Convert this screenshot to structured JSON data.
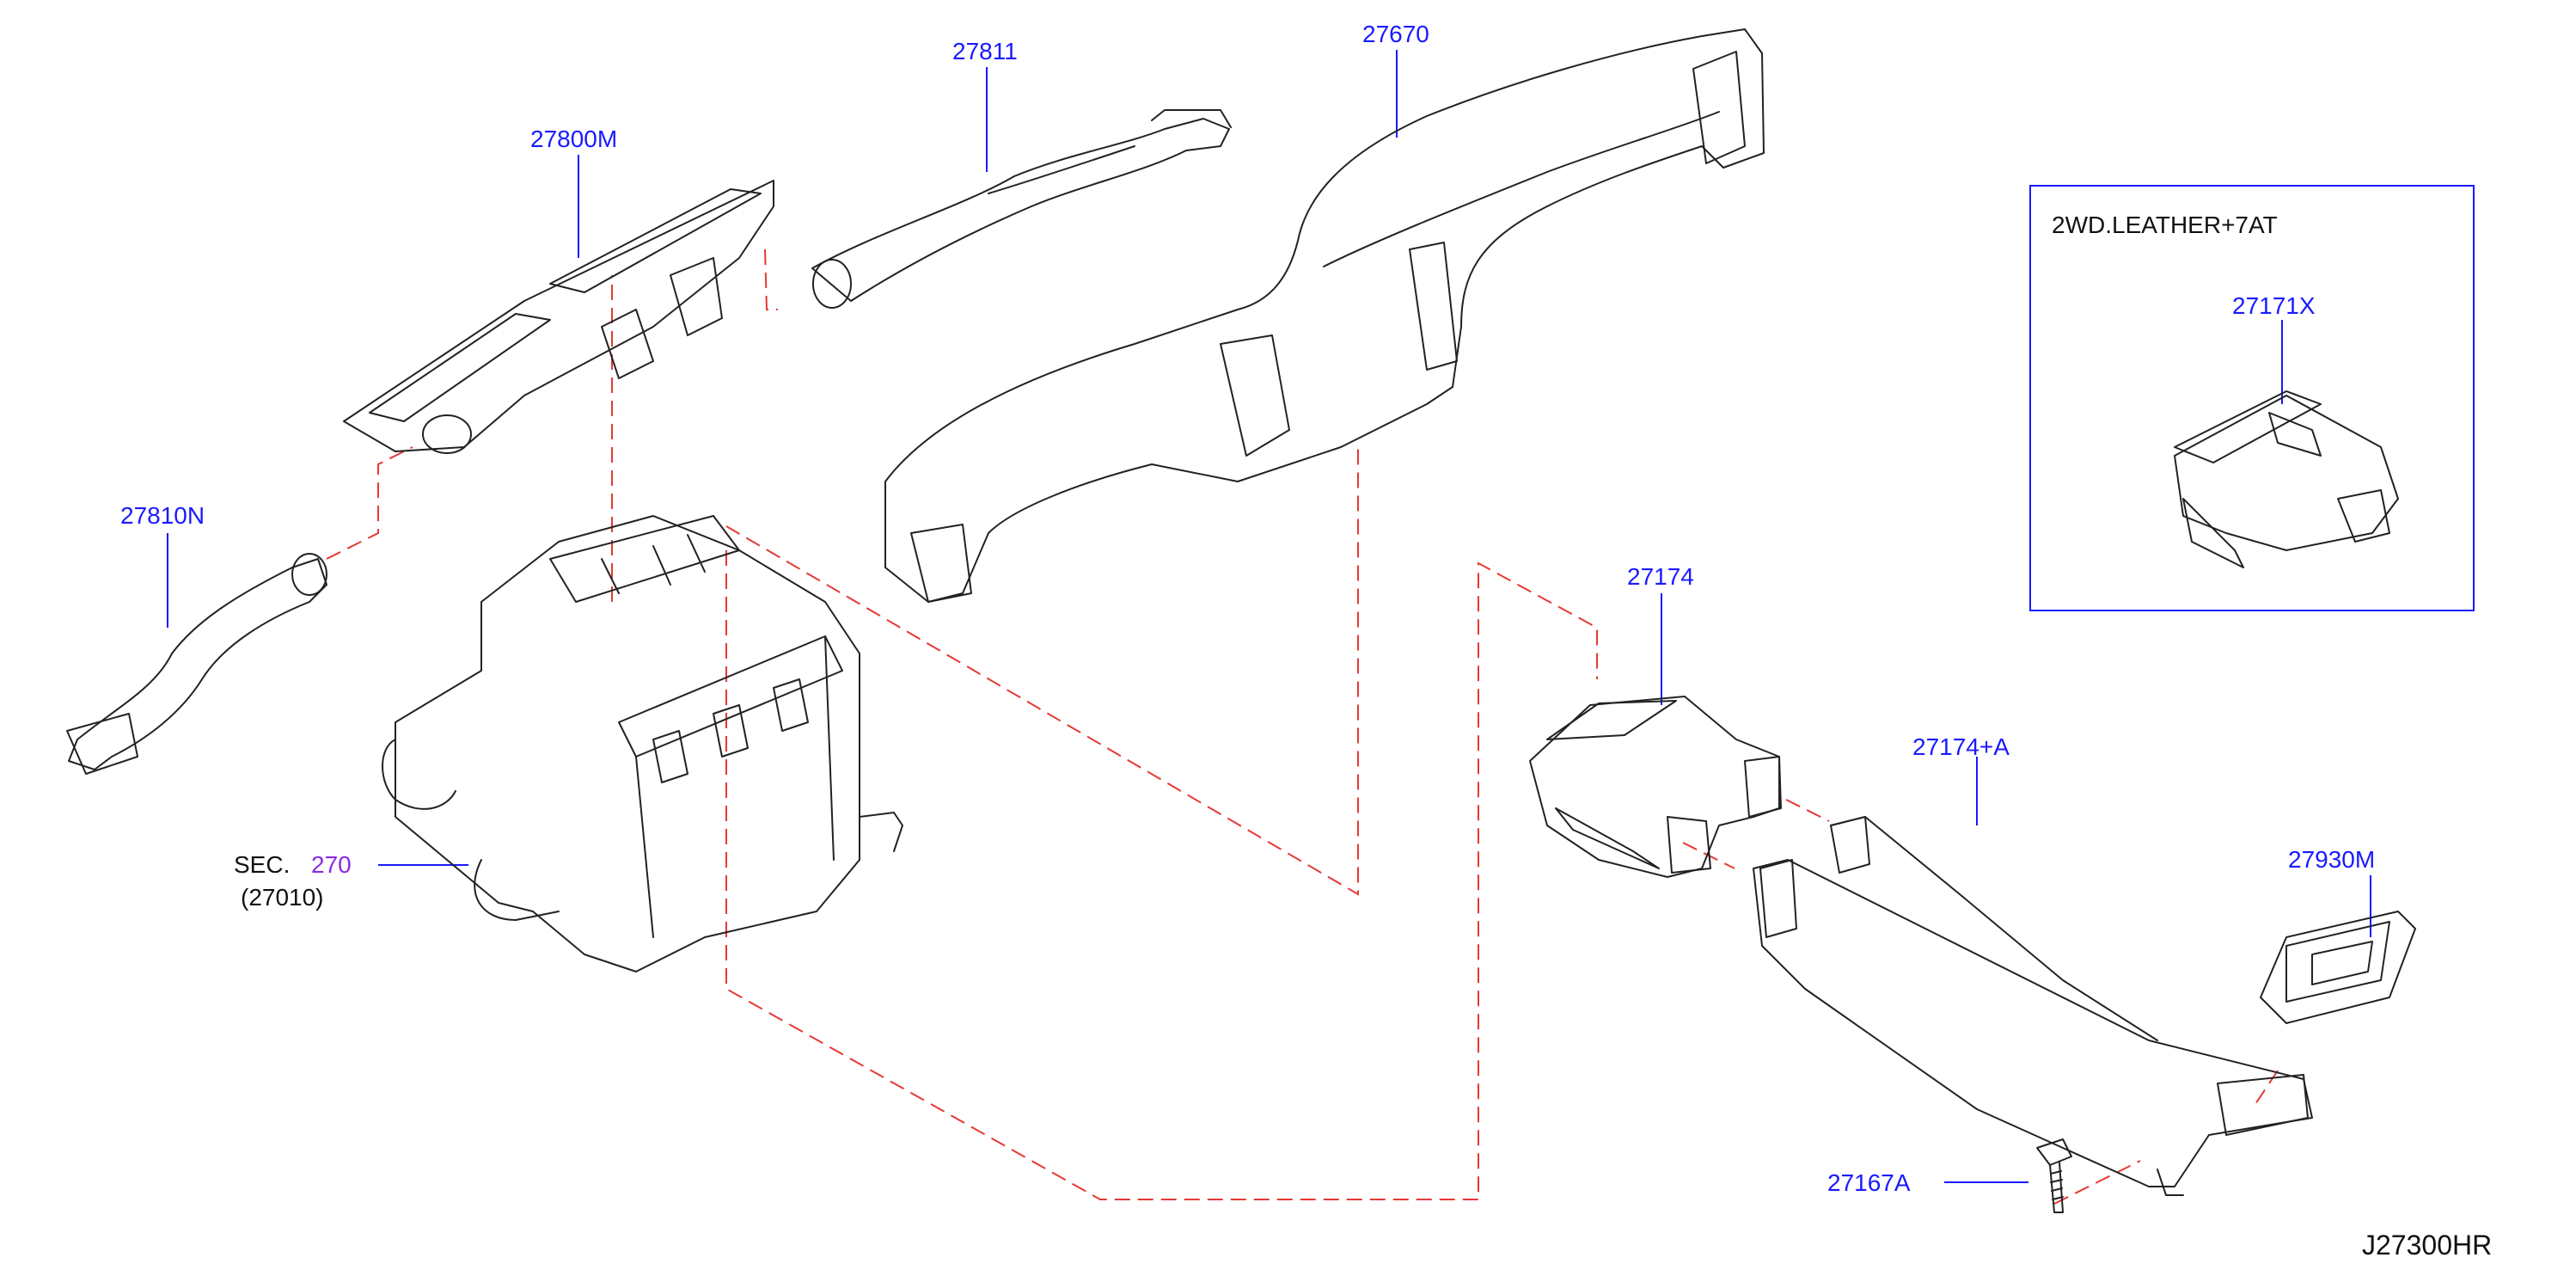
{
  "diagram_code": "J27300HR",
  "inset_note": "2WD.LEATHER+7AT",
  "colors": {
    "label": "#1a1aff",
    "connector": "#e53935",
    "line": "#222222",
    "ref": "#8a2be2"
  },
  "parts": {
    "p27811": "27811",
    "p27670": "27670",
    "p27800M": "27800M",
    "p27810N": "27810N",
    "p27171X": "27171X",
    "p27174": "27174",
    "p27174A": "27174+A",
    "p27930M": "27930M",
    "p27167A": "27167A"
  },
  "section_ref": {
    "prefix": "SEC.",
    "number": "270",
    "sub": "(27010)"
  }
}
